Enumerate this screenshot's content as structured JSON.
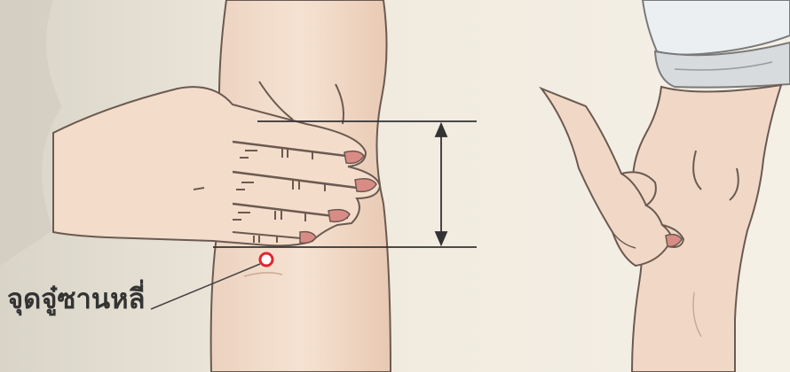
{
  "annotation": {
    "point_label": "จุดจู๋ซานหลี่",
    "marker_color": "#e0262e",
    "measure_line_color": "#333333"
  },
  "illustration": {
    "left_figure": "hand-measuring-below-knee",
    "right_figure": "hand-pressing-on-knee"
  }
}
